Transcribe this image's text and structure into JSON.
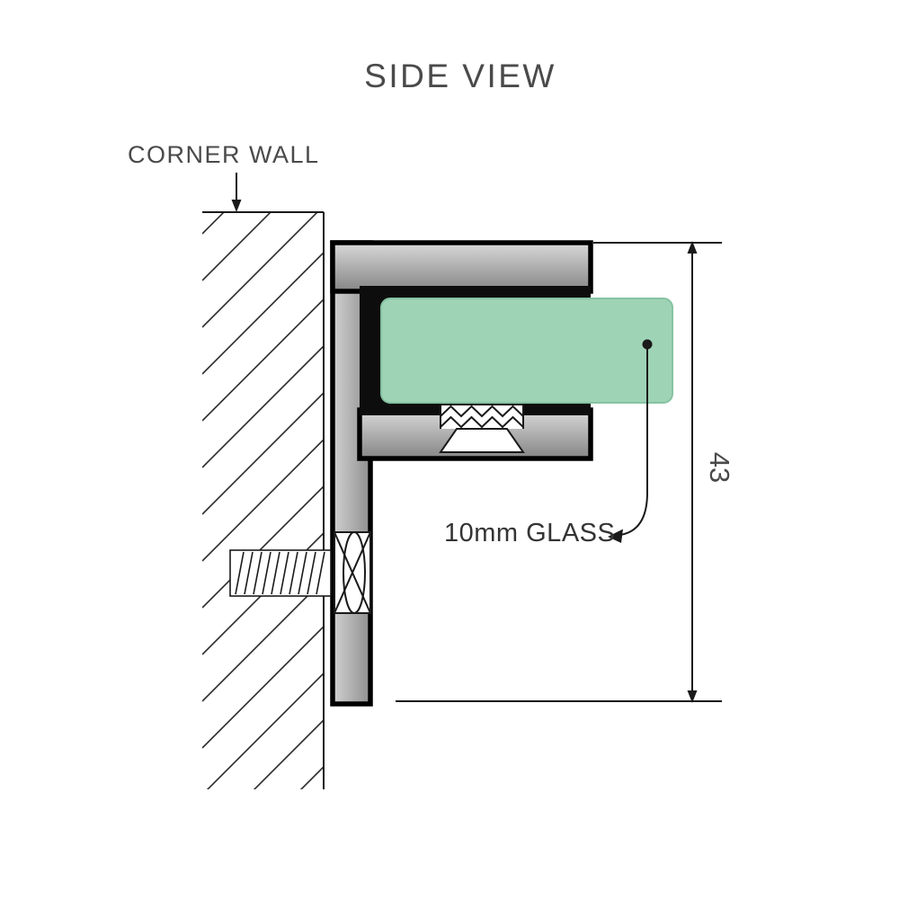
{
  "title": "SIDE VIEW",
  "wall": {
    "label": "CORNER WALL"
  },
  "glass": {
    "label": "10mm GLASS",
    "thickness_mm": 10
  },
  "dimension": {
    "value": "43"
  },
  "colors": {
    "glass_fill": "#9fd3b6",
    "glass_edge": "#86c2a2",
    "line": "#1a1a1a",
    "text": "#4a4a4a",
    "bracket_light": "#d6d6d6",
    "bracket_dark": "#8c8c8c",
    "jaw_black": "#0d0d0d"
  }
}
